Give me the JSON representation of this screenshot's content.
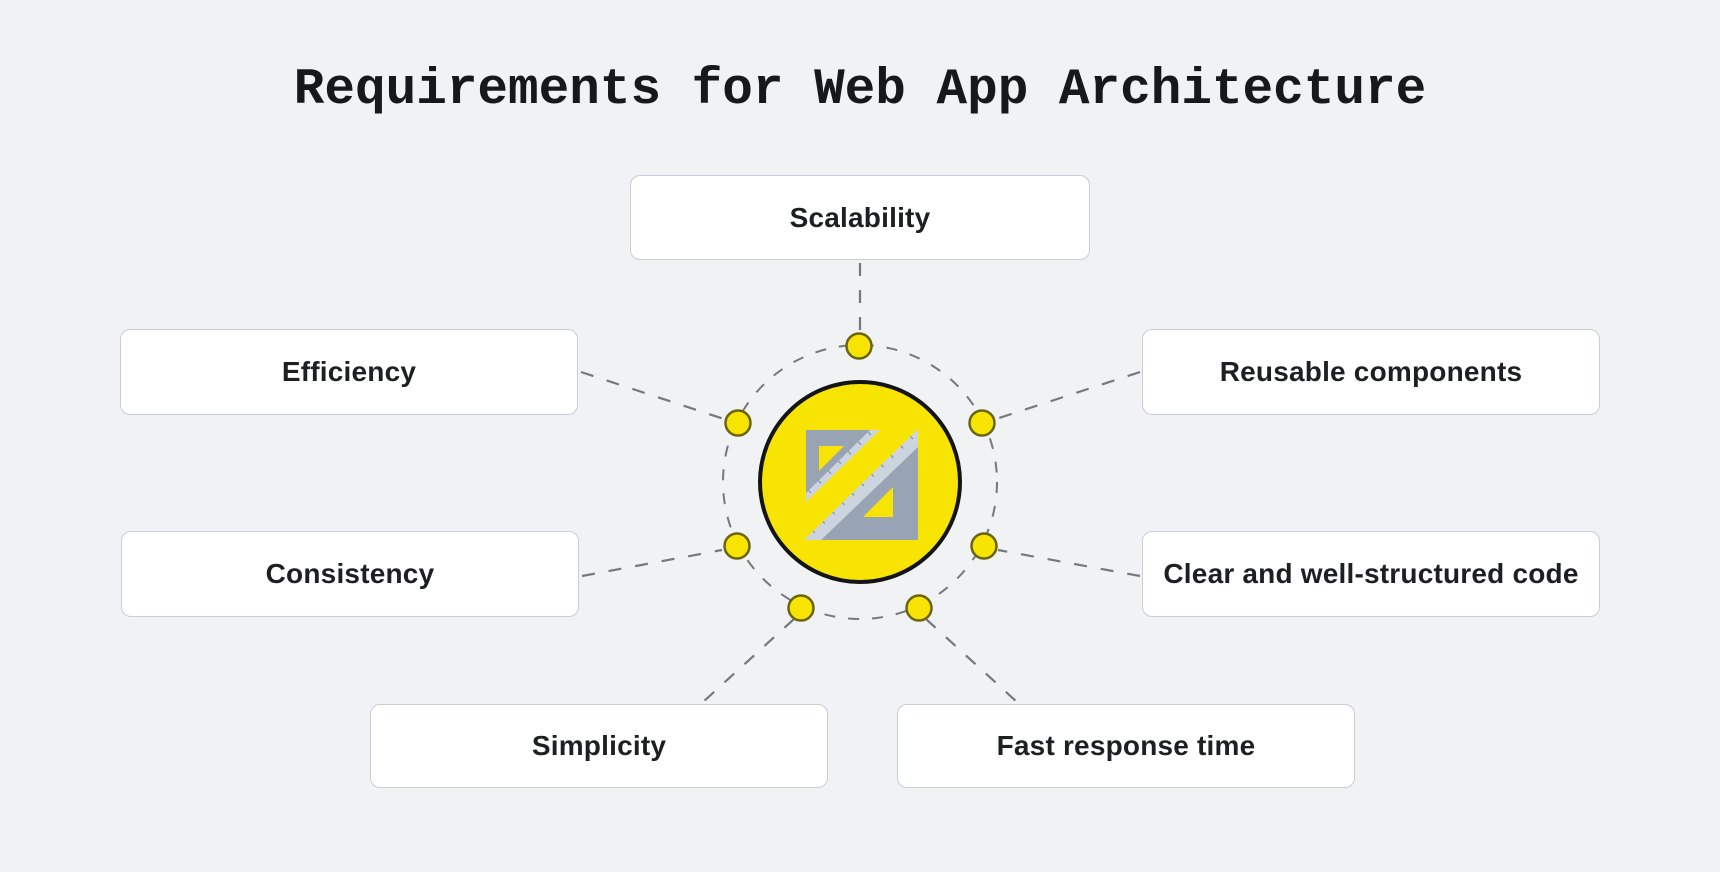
{
  "title": "Requirements for Web App Architecture",
  "diagram": {
    "type": "hub-and-spoke",
    "hub": {
      "icon": "set-square-ruler-icon",
      "shape": "yellow-circle-with-dashed-orbit"
    },
    "nodes": [
      {
        "id": "scalability",
        "label": "Scalability",
        "position": "top"
      },
      {
        "id": "efficiency",
        "label": "Efficiency",
        "position": "upper-left"
      },
      {
        "id": "reusable-components",
        "label": "Reusable components",
        "position": "upper-right"
      },
      {
        "id": "consistency",
        "label": "Consistency",
        "position": "lower-left"
      },
      {
        "id": "clear-code",
        "label": "Clear and well-structured code",
        "position": "lower-right"
      },
      {
        "id": "simplicity",
        "label": "Simplicity",
        "position": "bottom-left"
      },
      {
        "id": "fast-response",
        "label": "Fast response time",
        "position": "bottom-right"
      }
    ],
    "colors": {
      "background": "#f1f2f4",
      "hub_fill": "#f8e402",
      "hub_border": "#141414",
      "dot_fill": "#f8e402",
      "dot_border": "#6a640f",
      "box_fill": "#ffffff",
      "box_border": "#c7cdd9",
      "text": "#1d1f23",
      "dash_line": "#75787e",
      "icon_gray": "#98a3b4",
      "icon_light": "#ccd4e0"
    }
  }
}
